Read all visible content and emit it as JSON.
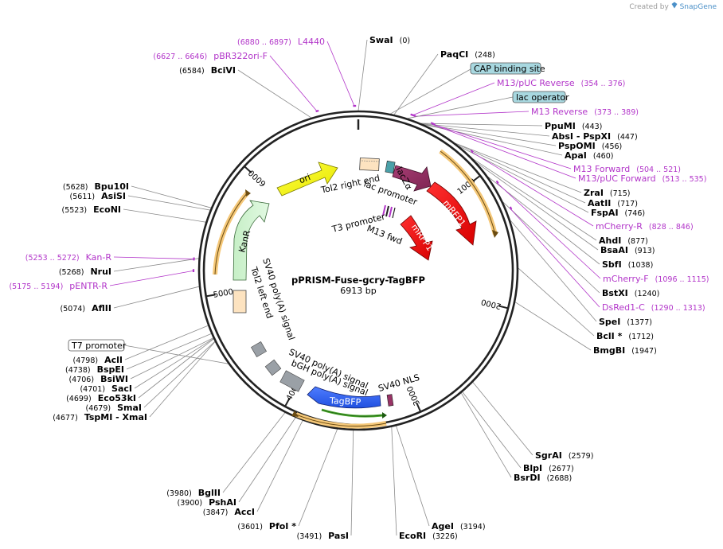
{
  "credit": {
    "text": "Created by",
    "brand": "SnapGene",
    "icon": "snapgene-logo-icon"
  },
  "plasmid": {
    "name": "pPRISM-Fuse-gcry-TagBFP",
    "length_label": "6913 bp",
    "total_bp": 6913
  },
  "ticks": [
    {
      "bp": 1000,
      "label": "1000"
    },
    {
      "bp": 2000,
      "label": "2000"
    },
    {
      "bp": 3000,
      "label": "3000"
    },
    {
      "bp": 4000,
      "label": "4000"
    },
    {
      "bp": 5000,
      "label": "5000"
    },
    {
      "bp": 6000,
      "label": "6000"
    }
  ],
  "sites": [
    {
      "name": "SwaI",
      "pos": "(0)",
      "bp": 0
    },
    {
      "name": "PaqCI",
      "pos": "(248)",
      "bp": 248
    },
    {
      "name": "PpuMI",
      "pos": "(443)",
      "bp": 443
    },
    {
      "name": "AbsI  - PspXI",
      "pos": "(447)",
      "bp": 447
    },
    {
      "name": "PspOMI",
      "pos": "(456)",
      "bp": 456
    },
    {
      "name": "ApaI",
      "pos": "(460)",
      "bp": 460
    },
    {
      "name": "ZraI",
      "pos": "(715)",
      "bp": 715
    },
    {
      "name": "AatII",
      "pos": "(717)",
      "bp": 717
    },
    {
      "name": "FspAI",
      "pos": "(746)",
      "bp": 746
    },
    {
      "name": "AhdI",
      "pos": "(877)",
      "bp": 877
    },
    {
      "name": "BsaAI",
      "pos": "(913)",
      "bp": 913
    },
    {
      "name": "SbfI",
      "pos": "(1038)",
      "bp": 1038
    },
    {
      "name": "BstXI",
      "pos": "(1240)",
      "bp": 1240
    },
    {
      "name": "SpeI",
      "pos": "(1377)",
      "bp": 1377
    },
    {
      "name": "BclI *",
      "pos": "(1712)",
      "bp": 1712
    },
    {
      "name": "BmgBI",
      "pos": "(1947)",
      "bp": 1947
    },
    {
      "name": "SgrAI",
      "pos": "(2579)",
      "bp": 2579
    },
    {
      "name": "BlpI",
      "pos": "(2677)",
      "bp": 2677
    },
    {
      "name": "BsrDI",
      "pos": "(2688)",
      "bp": 2688
    },
    {
      "name": "AgeI",
      "pos": "(3194)",
      "bp": 3194
    },
    {
      "name": "EcoRI",
      "pos": "(3226)",
      "bp": 3226
    },
    {
      "name": "PasI",
      "pos": "(3491)",
      "bp": 3491
    },
    {
      "name": "PfoI *",
      "pos": "(3601)",
      "bp": 3601
    },
    {
      "name": "AccI",
      "pos": "(3847)",
      "bp": 3847
    },
    {
      "name": "PshAI",
      "pos": "(3900)",
      "bp": 3900
    },
    {
      "name": "BglII",
      "pos": "(3980)",
      "bp": 3980
    },
    {
      "name": "TspMI  - XmaI",
      "pos": "(4677)",
      "bp": 4677
    },
    {
      "name": "SmaI",
      "pos": "(4679)",
      "bp": 4679
    },
    {
      "name": "Eco53kI",
      "pos": "(4699)",
      "bp": 4699
    },
    {
      "name": "SacI",
      "pos": "(4701)",
      "bp": 4701
    },
    {
      "name": "BsiWI",
      "pos": "(4706)",
      "bp": 4706
    },
    {
      "name": "BspEI",
      "pos": "(4738)",
      "bp": 4738
    },
    {
      "name": "AclI",
      "pos": "(4798)",
      "bp": 4798
    },
    {
      "name": "AflII",
      "pos": "(5074)",
      "bp": 5074
    },
    {
      "name": "NruI",
      "pos": "(5268)",
      "bp": 5268
    },
    {
      "name": "EcoNI",
      "pos": "(5523)",
      "bp": 5523
    },
    {
      "name": "AsiSI",
      "pos": "(5611)",
      "bp": 5611
    },
    {
      "name": "Bpu10I",
      "pos": "(5628)",
      "bp": 5628
    },
    {
      "name": "BciVI",
      "pos": "(6584)",
      "bp": 6584
    }
  ],
  "primers": [
    {
      "name": "L4440",
      "range": "(6880 .. 6897)",
      "bp": 6888
    },
    {
      "name": "pBR322ori-F",
      "range": "(6627 .. 6646)",
      "bp": 6636
    },
    {
      "name": "M13/pUC Reverse",
      "range": "(354 .. 376)",
      "bp": 365
    },
    {
      "name": "M13 Reverse",
      "range": "(373 .. 389)",
      "bp": 381
    },
    {
      "name": "M13 Forward",
      "range": "(504 .. 521)",
      "bp": 512
    },
    {
      "name": "M13/pUC Forward",
      "range": "(513 .. 535)",
      "bp": 524
    },
    {
      "name": "mCherry-R",
      "range": "(828 .. 846)",
      "bp": 837
    },
    {
      "name": "mCherry-F",
      "range": "(1096 .. 1115)",
      "bp": 1105
    },
    {
      "name": "DsRed1-C",
      "range": "(1290 .. 1313)",
      "bp": 1301
    },
    {
      "name": "Kan-R",
      "range": "(5253 .. 5272)",
      "bp": 5262
    },
    {
      "name": "pENTR-R",
      "range": "(5175 .. 5194)",
      "bp": 5184
    }
  ],
  "boxed_features": [
    {
      "name": "CAP binding site"
    },
    {
      "name": "lac operator"
    },
    {
      "name": "T7 promoter"
    }
  ],
  "features": [
    {
      "name": "ori",
      "color": "#ffff00"
    },
    {
      "name": "KanR",
      "color": "#ccf2cc"
    },
    {
      "name": "mRFP1",
      "color": "#ff0000"
    },
    {
      "name": "mRFP1",
      "color": "#ff0000"
    },
    {
      "name": "TagBFP",
      "color": "#3366ff"
    },
    {
      "name": "lacZα",
      "color": "#993366"
    },
    {
      "name": "Tol2 right end"
    },
    {
      "name": "lac promoter"
    },
    {
      "name": "T3 promoter"
    },
    {
      "name": "M13 fwd"
    },
    {
      "name": "SV40 poly(A) signal"
    },
    {
      "name": "Tol2 left end"
    },
    {
      "name": "SV40 poly(A) signal"
    },
    {
      "name": "bGH poly(A) signal"
    },
    {
      "name": "SV40 NLS"
    }
  ],
  "colors": {
    "backbone": "#222222",
    "primer": "#b235c9",
    "orf": "#f0a830",
    "gfp_line": "#4aa82c",
    "boxed": "#a8d8e0",
    "tol2": "#fde3c0",
    "polya": "#9aa0a6"
  }
}
